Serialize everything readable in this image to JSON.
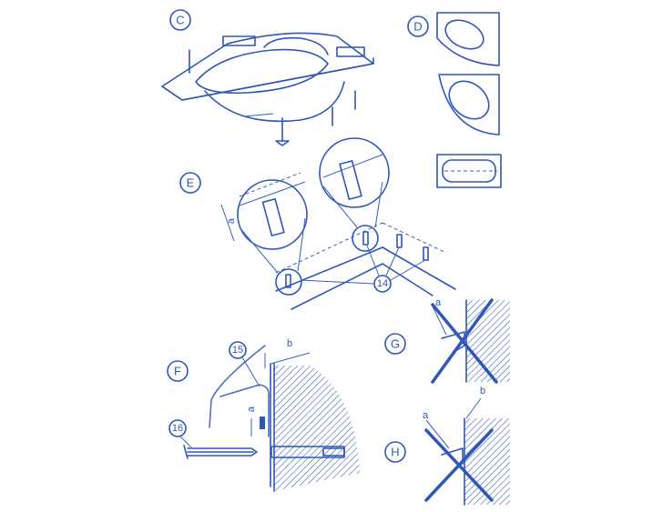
{
  "figures": {
    "C": {
      "label": "C"
    },
    "D": {
      "label": "D"
    },
    "E": {
      "label": "E",
      "dimension": "a",
      "part": "14"
    },
    "F": {
      "label": "F",
      "dimension": "a",
      "part_bracket": "15",
      "part_screw": "16",
      "wall_edge": "b"
    },
    "G": {
      "label": "G",
      "edge": "a"
    },
    "H": {
      "label": "H",
      "edge_a": "a",
      "edge_b": "b"
    }
  },
  "colors": {
    "line": "#2f56b8",
    "background": "#ffffff"
  }
}
